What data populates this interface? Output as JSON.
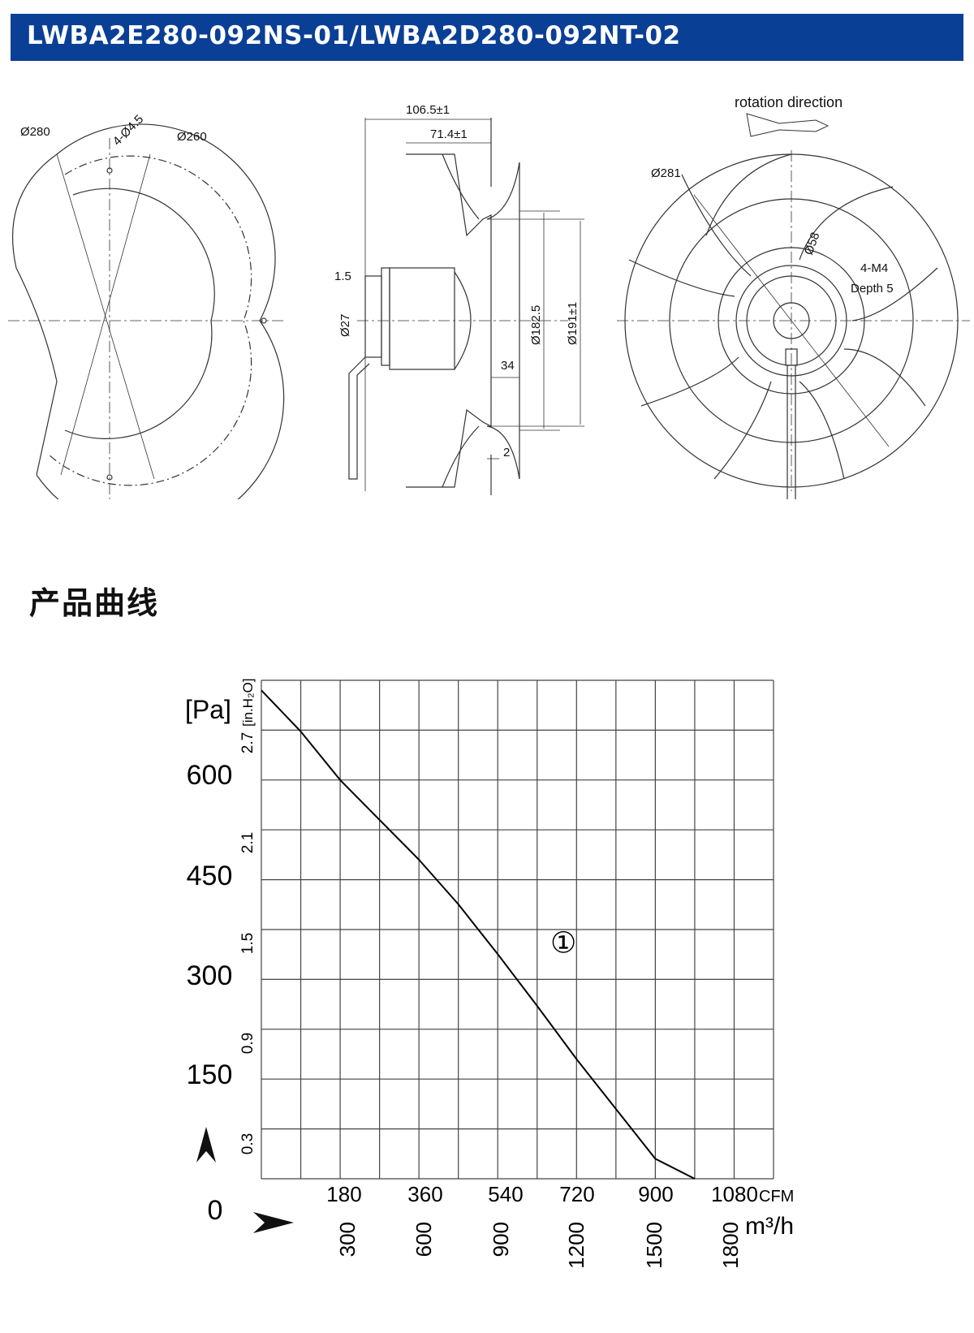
{
  "header": {
    "title": "LWBA2E280-092NS-01/LWBA2D280-092NT-02",
    "bg_color": "#0a3f96"
  },
  "drawings": {
    "front_view": {
      "d280": "Ø280",
      "holes": "4-Ø4.5",
      "d260": "Ø260"
    },
    "side_view": {
      "width_total": "106.5±1",
      "width_inner": "71.4±1",
      "flange": "1.5",
      "shaft": "Ø27",
      "d1825": "Ø182.5",
      "d191": "Ø191±1",
      "gap34": "34",
      "gap2": "2"
    },
    "rear_view": {
      "rotation": "rotation direction",
      "d281": "Ø281",
      "d58": "Ø58",
      "thread": "4-M4",
      "depth": "Depth 5"
    }
  },
  "section_title": "产品曲线",
  "chart_data": {
    "type": "line",
    "title": "",
    "y_unit_pa": "[Pa]",
    "y_unit_inh2o": "[in.H₂O]",
    "x_unit_cfm": "CFM",
    "x_unit_m3h": "m³/h",
    "y_ticks_pa": [
      "0",
      "150",
      "300",
      "450",
      "600"
    ],
    "y_ticks_inh2o": [
      "0.3",
      "0.9",
      "1.5",
      "2.1",
      "2.7"
    ],
    "x_ticks_cfm": [
      "180",
      "360",
      "540",
      "720",
      "900",
      "1080"
    ],
    "x_ticks_m3h": [
      "300",
      "600",
      "900",
      "1200",
      "1500",
      "1800"
    ],
    "xlim_m3h": [
      0,
      1950
    ],
    "ylim_pa": [
      0,
      750
    ],
    "grid": true,
    "series": [
      {
        "name": "①",
        "x": [
          0,
          150,
          300,
          450,
          600,
          750,
          900,
          1050,
          1200,
          1350,
          1500,
          1650
        ],
        "y": [
          735,
          673,
          600,
          540,
          480,
          413,
          338,
          260,
          180,
          105,
          30,
          0
        ]
      }
    ],
    "label_point": {
      "x": 1100,
      "y": 340
    }
  }
}
